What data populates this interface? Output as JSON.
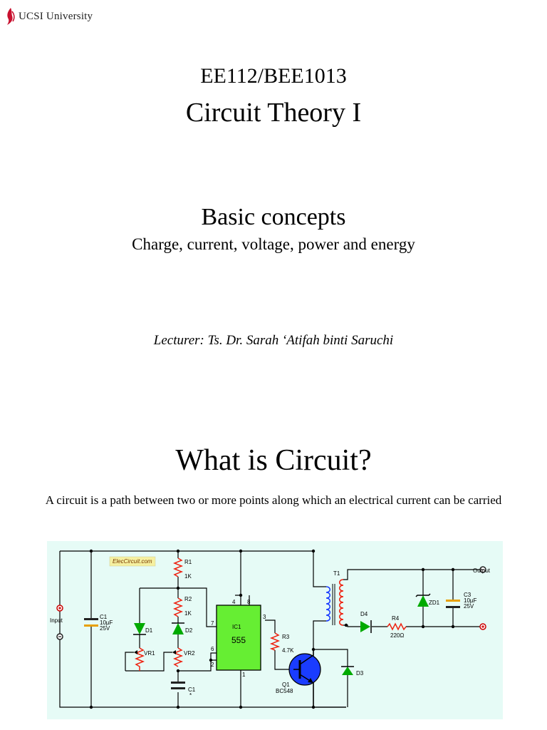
{
  "header": {
    "university": "UCSI University",
    "logo_icon": "ucsi-flame-logo-icon"
  },
  "slide1": {
    "course_code": "EE112/BEE1013",
    "course_title": "Circuit Theory I",
    "topic": "Basic concepts",
    "topic_subtitle": "Charge, current, voltage, power and energy",
    "lecturer": "Lecturer: Ts. Dr. Sarah ‘Atifah binti Saruchi"
  },
  "slide2": {
    "title": "What is Circuit?",
    "definition": "A circuit is a path between two or more points along which an electrical current can be carried",
    "circuit": {
      "watermark": "ElecCircuit.com",
      "input_label": "Input",
      "output_label": "Output",
      "c1_name": "C1",
      "c1_value": "10µF",
      "c1_volt": "25V",
      "r1_name": "R1",
      "r1_value": "1K",
      "r2_name": "R2",
      "r2_value": "1K",
      "d1_name": "D1",
      "d2_name": "D2",
      "vr1_name": "VR1",
      "vr2_name": "VR2",
      "ic_name": "IC1",
      "ic_value": "555",
      "pin4": "4",
      "pin8": "8",
      "pin7": "7",
      "pin6": "6",
      "pin2": "2",
      "pin3": "3",
      "pin1": "1",
      "ct_name": "C1",
      "ct_note": "*",
      "r3_name": "R3",
      "r3_value": "4.7K",
      "q1_name": "Q1",
      "q1_value": "BC548",
      "t1_name": "T1",
      "d4_name": "D4",
      "d3_name": "D3",
      "r4_name": "R4",
      "r4_value": "220Ω",
      "zd1_name": "ZD1",
      "c3_name": "C3",
      "c3_value": "10µF",
      "c3_volt": "25V",
      "accent_ic": "#66ee33",
      "accent_diode": "#00aa00",
      "accent_coil": "#1a3cff",
      "accent_resistor": "#ee2211"
    }
  }
}
